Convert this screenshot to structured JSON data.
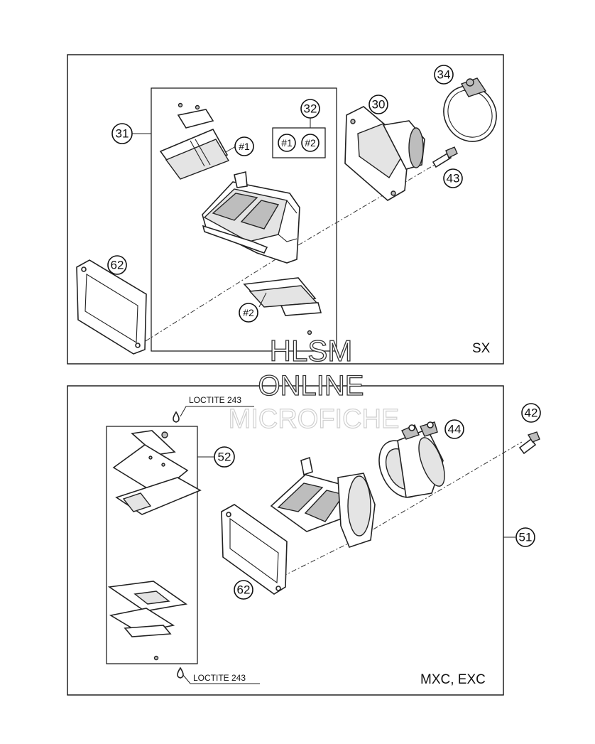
{
  "sx_panel": {
    "variant_label": "SX",
    "callouts": {
      "c31": "31",
      "c32": "32",
      "c30": "30",
      "c34": "34",
      "c43": "43",
      "c62": "62",
      "c1a": "#1",
      "c1b": "#1",
      "c2a": "#2",
      "c2b": "#2"
    }
  },
  "mxc_panel": {
    "variant_label": "MXC, EXC",
    "loctite_top": "LOCTITE 243",
    "loctite_bottom": "LOCTITE 243",
    "callouts": {
      "c52": "52",
      "c42": "42",
      "c44": "44",
      "c51": "51",
      "c62": "62"
    }
  },
  "watermark": {
    "line1": "HLSM",
    "line2": "ONLINE",
    "line3": "MICROFICHE"
  }
}
